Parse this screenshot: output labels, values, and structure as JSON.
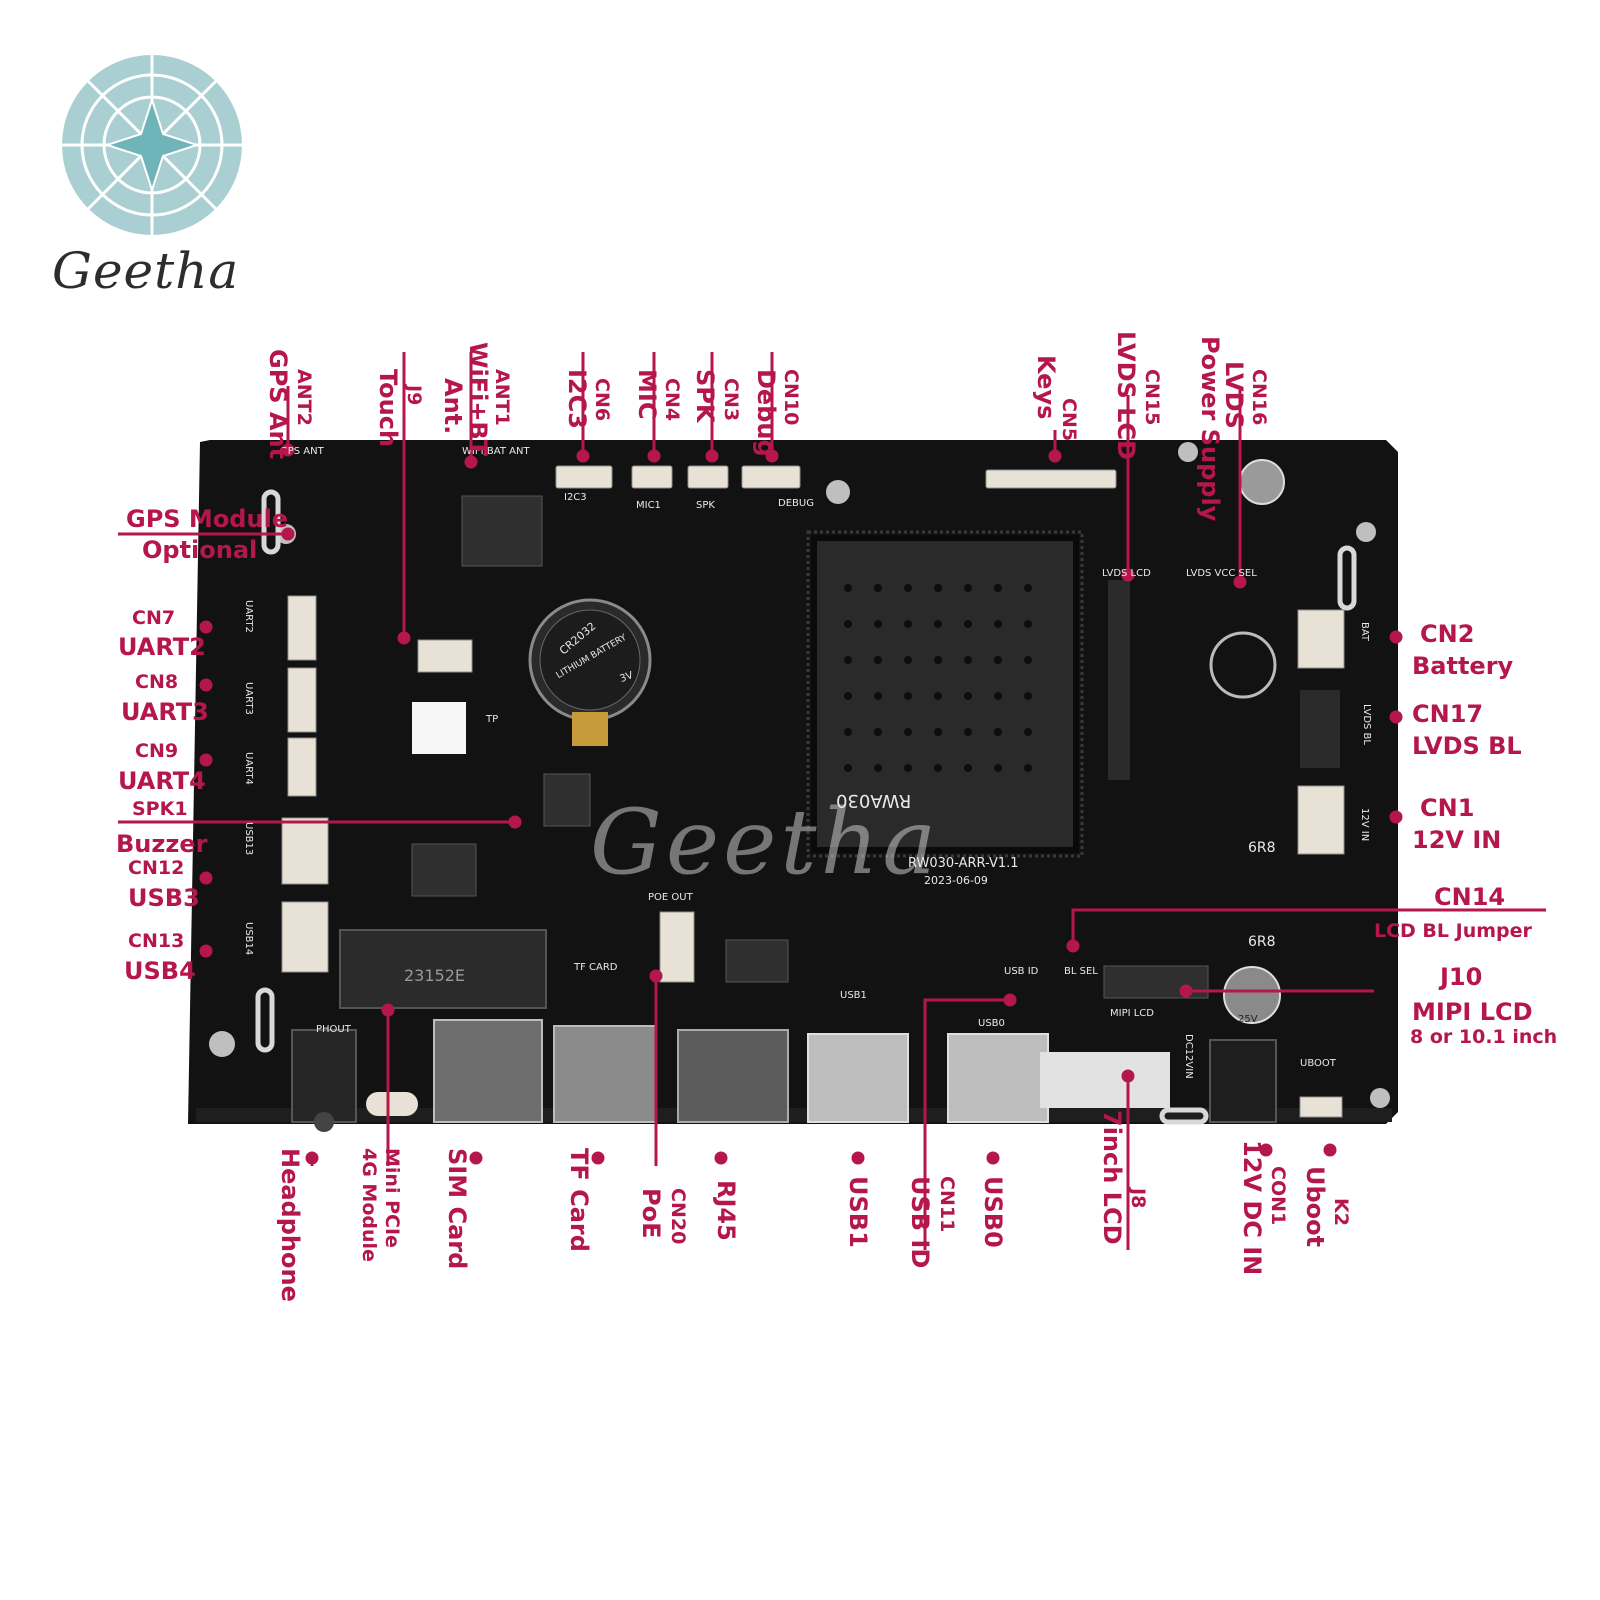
{
  "brand": {
    "name": "Geetha",
    "watermark": "Geetha"
  },
  "colors": {
    "label": "#b5164b",
    "board": "#121212",
    "logo": "#a9cfd2"
  },
  "board": {
    "model": "RW030-ARR-V1.1",
    "date": "2023-06-09",
    "som": "RWA030",
    "battery": [
      "CR2032",
      "LITHIUM BATTERY",
      "3V"
    ],
    "silkscreen": {
      "gps_ant": "GPS ANT",
      "wifi_ant": "WIFI/BAT ANT",
      "i2c3": "I2C3",
      "mic1": "MIC1",
      "spk": "SPK",
      "debug": "DEBUG",
      "lvds_lcd": "LVDS LCD",
      "lvds_vcc_sel": "LVDS VCC SEL",
      "bat": "BAT",
      "lvds_bl": "LVDS BL",
      "v12in": "12V IN",
      "tf_card": "TF CARD",
      "poe_out": "POE OUT",
      "mipi_lcd": "MIPI LCD",
      "usb1": "USB1",
      "usb0": "USB0",
      "phout": "PHOUT",
      "uboot": "UBOOT",
      "dc12vin": "DC12VIN",
      "tp": "TP",
      "usb_id": "USB ID",
      "bl_sel": "BL SEL",
      "uart2": "UART2",
      "uart3": "UART3",
      "uart4": "UART4",
      "usb13": "USB13",
      "usb14": "USB14",
      "minipcie_code": "23152E",
      "inductor1": "6R8",
      "inductor2": "6R8",
      "cap": "25V"
    }
  },
  "labels": {
    "gps_module": [
      "GPS Module",
      "Optional"
    ],
    "cn7": [
      "CN7",
      "UART2"
    ],
    "cn8": [
      "CN8",
      "UART3"
    ],
    "cn9": [
      "CN9",
      "UART4"
    ],
    "spk1": [
      "SPK1",
      "Buzzer"
    ],
    "cn12": [
      "CN12",
      "USB3"
    ],
    "cn13": [
      "CN13",
      "USB4"
    ],
    "cn2": [
      "CN2",
      "Battery"
    ],
    "cn17": [
      "CN17",
      "LVDS BL"
    ],
    "cn1": [
      "CN1",
      "12V IN"
    ],
    "cn14": [
      "CN14",
      "LCD BL Jumper"
    ],
    "j10": [
      "J10",
      "MIPI LCD",
      "8 or 10.1 inch"
    ],
    "ant2": [
      "ANT2",
      "GPS Ant"
    ],
    "j9": [
      "J9",
      "Touch"
    ],
    "ant1": [
      "ANT1",
      "WiFi+BT",
      "Ant."
    ],
    "cn6": [
      "CN6",
      "I2C3"
    ],
    "cn4": [
      "CN4",
      "MIC"
    ],
    "cn3": [
      "CN3",
      "SPK"
    ],
    "cn10": [
      "CN10",
      "Debug"
    ],
    "cn5": [
      "CN5",
      "Keys"
    ],
    "cn15": [
      "CN15",
      "LVDS LCD"
    ],
    "cn16": [
      "CN16",
      "LVDS",
      "Power Supply"
    ],
    "headphone": [
      "Headphone"
    ],
    "minipcie": [
      "Mini PCIe",
      "4G Module"
    ],
    "sim": [
      "SIM Card"
    ],
    "tf": [
      "TF Card"
    ],
    "cn20": [
      "CN20",
      "PoE"
    ],
    "rj45": [
      "RJ45"
    ],
    "usb1": [
      "USB1"
    ],
    "cn11": [
      "CN11",
      "USB ID"
    ],
    "usb0": [
      "USB0"
    ],
    "j8": [
      "J8",
      "7inch LCD"
    ],
    "con1": [
      "CON1",
      "12V  DC IN"
    ],
    "k2": [
      "K2",
      "Uboot"
    ]
  }
}
